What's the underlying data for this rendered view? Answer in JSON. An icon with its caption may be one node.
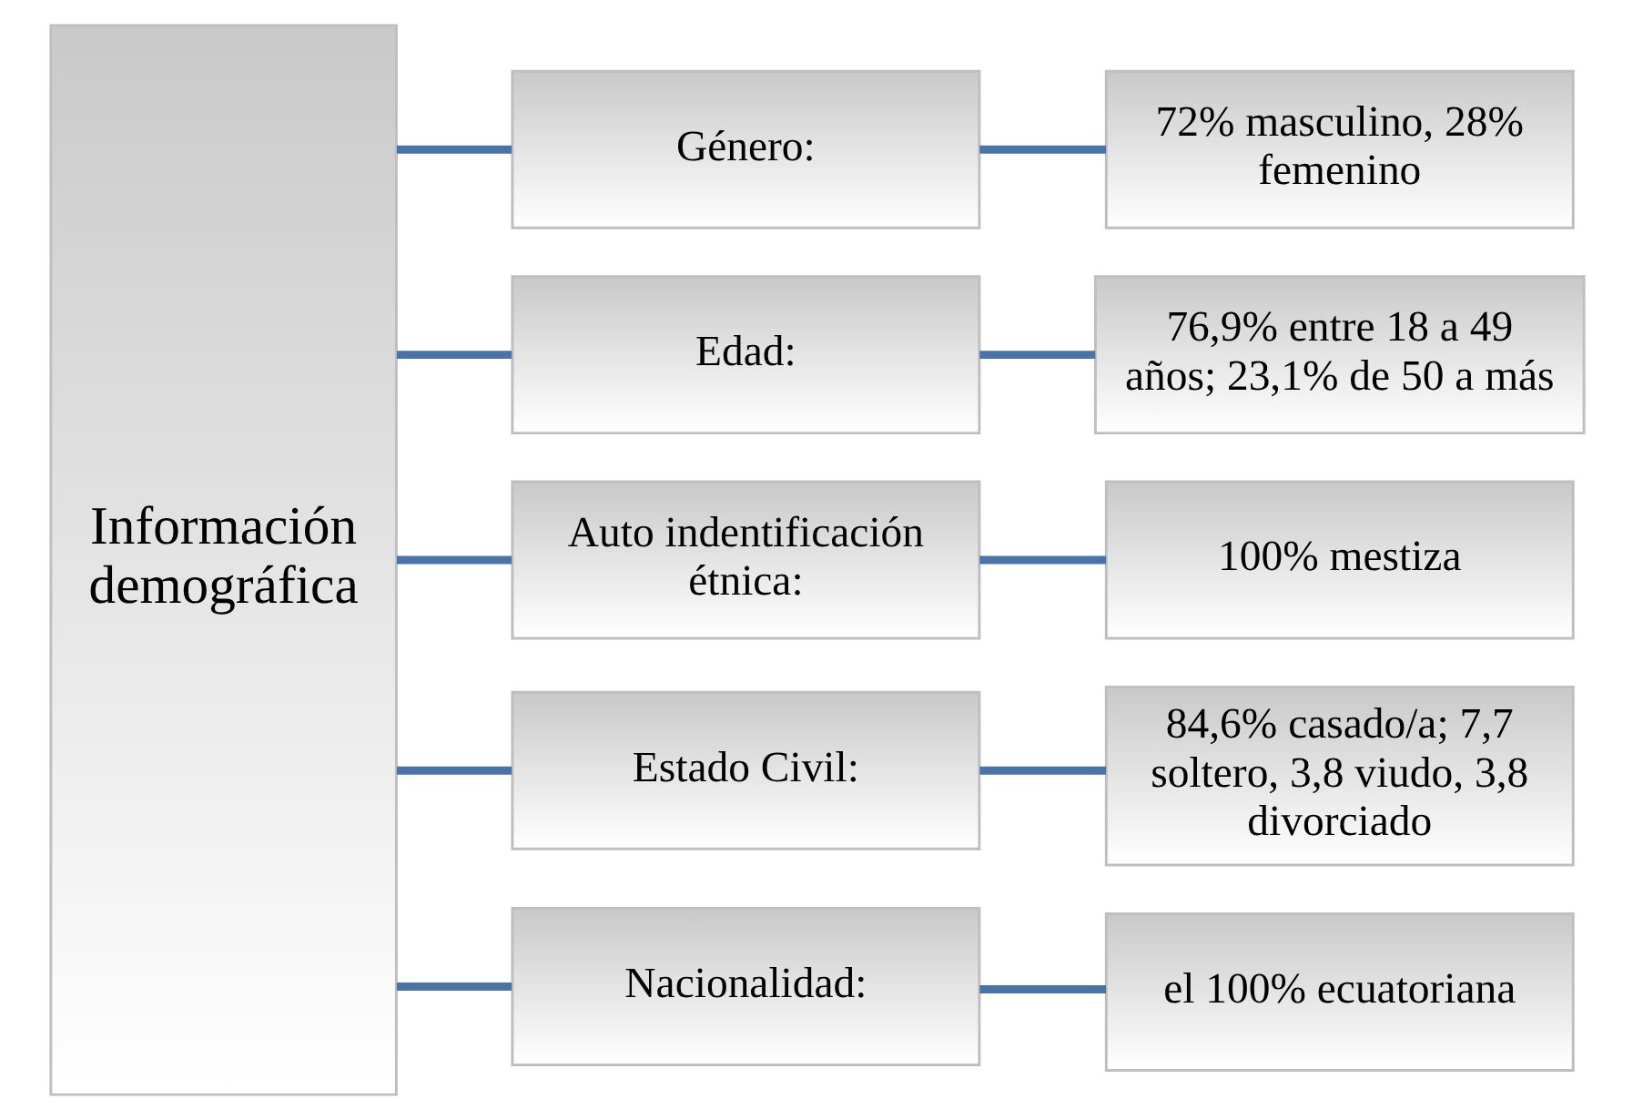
{
  "diagram": {
    "nodes": [
      {
        "text": [
          "Información demográfica"
        ]
      },
      {
        "text": [
          "Género:"
        ]
      },
      {
        "text": [
          "72% masculino, 28% femenino"
        ]
      },
      {
        "text": [
          "Edad:"
        ]
      },
      {
        "text": [
          "76,9% entre 18 a 49 años; 23,1% de 50 a más"
        ]
      },
      {
        "text": [
          "Auto indentificación étnica:"
        ]
      },
      {
        "text": [
          "100% mestiza"
        ]
      },
      {
        "text": [
          "Estado Civil:"
        ]
      },
      {
        "text": [
          "84,6% casado/a; 7,7 soltero, 3,8 viudo, 3,8 divorciado"
        ]
      },
      {
        "text": [
          "Nacionalidad:"
        ]
      },
      {
        "text": [
          "el 100% ecuatoriana"
        ]
      }
    ],
    "edges": [
      {
        "from": 0,
        "to": 1,
        "arrow": "none"
      },
      {
        "from": 0,
        "to": 3,
        "arrow": "none"
      },
      {
        "from": 0,
        "to": 5,
        "arrow": "none"
      },
      {
        "from": 0,
        "to": 7,
        "arrow": "none"
      },
      {
        "from": 0,
        "to": 9,
        "arrow": "none"
      },
      {
        "from": 1,
        "to": 2,
        "arrow": "none"
      },
      {
        "from": 3,
        "to": 4,
        "arrow": "none"
      },
      {
        "from": 5,
        "to": 6,
        "arrow": "none"
      },
      {
        "from": 7,
        "to": 8,
        "arrow": "none"
      },
      {
        "from": 9,
        "to": 10,
        "arrow": "none"
      }
    ]
  }
}
